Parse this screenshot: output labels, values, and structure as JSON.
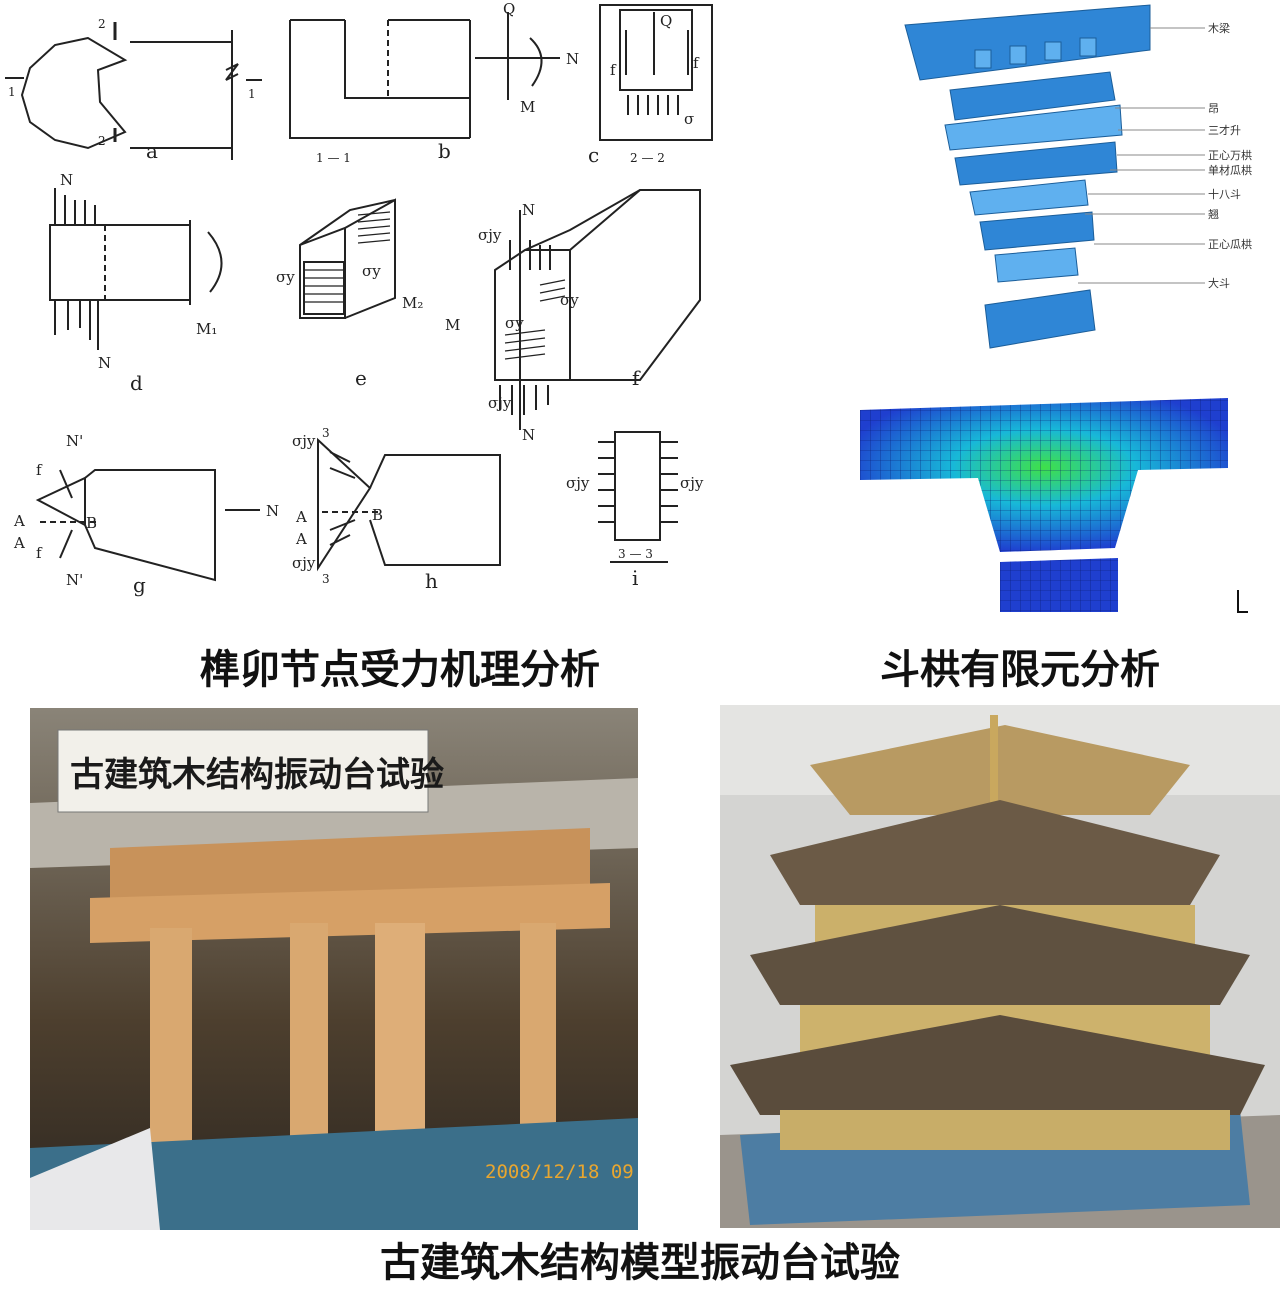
{
  "captions": {
    "joint_analysis": "榫卯节点受力机理分析",
    "fem_analysis": "斗栱有限元分析",
    "shaking_table": "古建筑木结构模型振动台试验"
  },
  "joint_diagram": {
    "sub_labels": [
      "a",
      "b",
      "c",
      "d",
      "e",
      "f",
      "g",
      "h",
      "i"
    ],
    "section_marks": {
      "s1": "1",
      "s2": "2",
      "s3": "3",
      "sec11": "1 — 1",
      "sec22": "2 — 2",
      "sec33": "3 — 3"
    },
    "symbols": {
      "Q": "Q",
      "N": "N",
      "M": "M",
      "f": "f",
      "sigma": "σ",
      "M1": "M₁",
      "M2": "M₂",
      "sigma_y": "σy",
      "sigma_jy": "σjy",
      "N_prime": "N'",
      "A": "A",
      "B": "B"
    }
  },
  "fem": {
    "part_labels": [
      "木梁",
      "昂",
      "三才升",
      "正心万栱",
      "单材瓜栱",
      "十八斗",
      "翘",
      "正心瓜栱",
      "大斗"
    ],
    "colors": {
      "block": "#2f86d6",
      "block_light": "#5fb0ef",
      "mesh_low": "#1f3fcf",
      "mesh_mid": "#18b8d8",
      "mesh_high": "#3fe04a"
    }
  },
  "photos": {
    "left_banner": "古建筑木结构振动台试验",
    "left_timestamp": "2008/12/18 09"
  }
}
